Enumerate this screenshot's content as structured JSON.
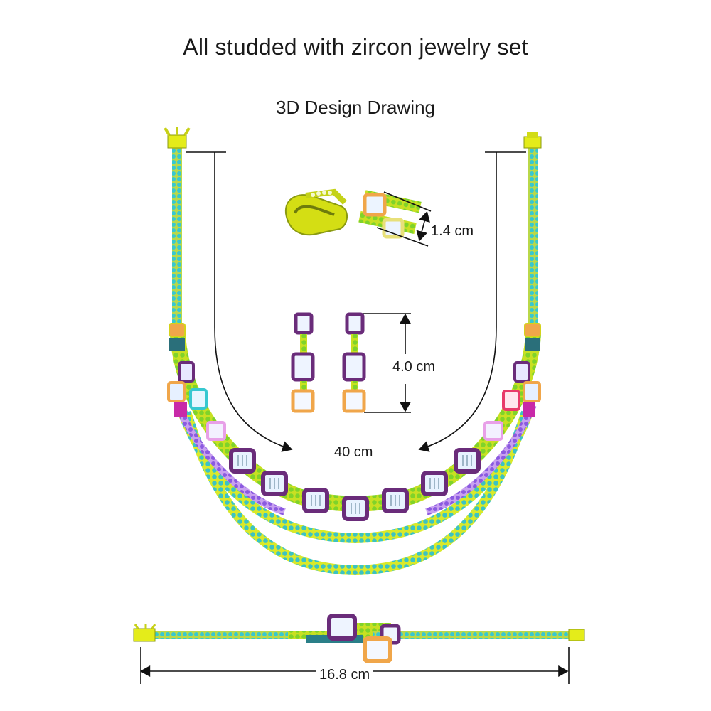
{
  "page": {
    "title": "All studded with zircon jewelry set",
    "subtitle": "3D Design Drawing"
  },
  "dimensions": {
    "ring": "1.4 cm",
    "earring": "4.0  cm",
    "necklace": "40 cm",
    "bracelet": "16.8 cm"
  },
  "colors": {
    "metal": "#e4ec1a",
    "zircon_cyan": "#37c8d0",
    "zircon_green": "#7fd32a",
    "amethyst": "#6a2c7a",
    "pink": "#e86fa8",
    "orange": "#f0a64a",
    "purple_chain": "#8b5ae0",
    "magenta": "#c82aa8"
  }
}
